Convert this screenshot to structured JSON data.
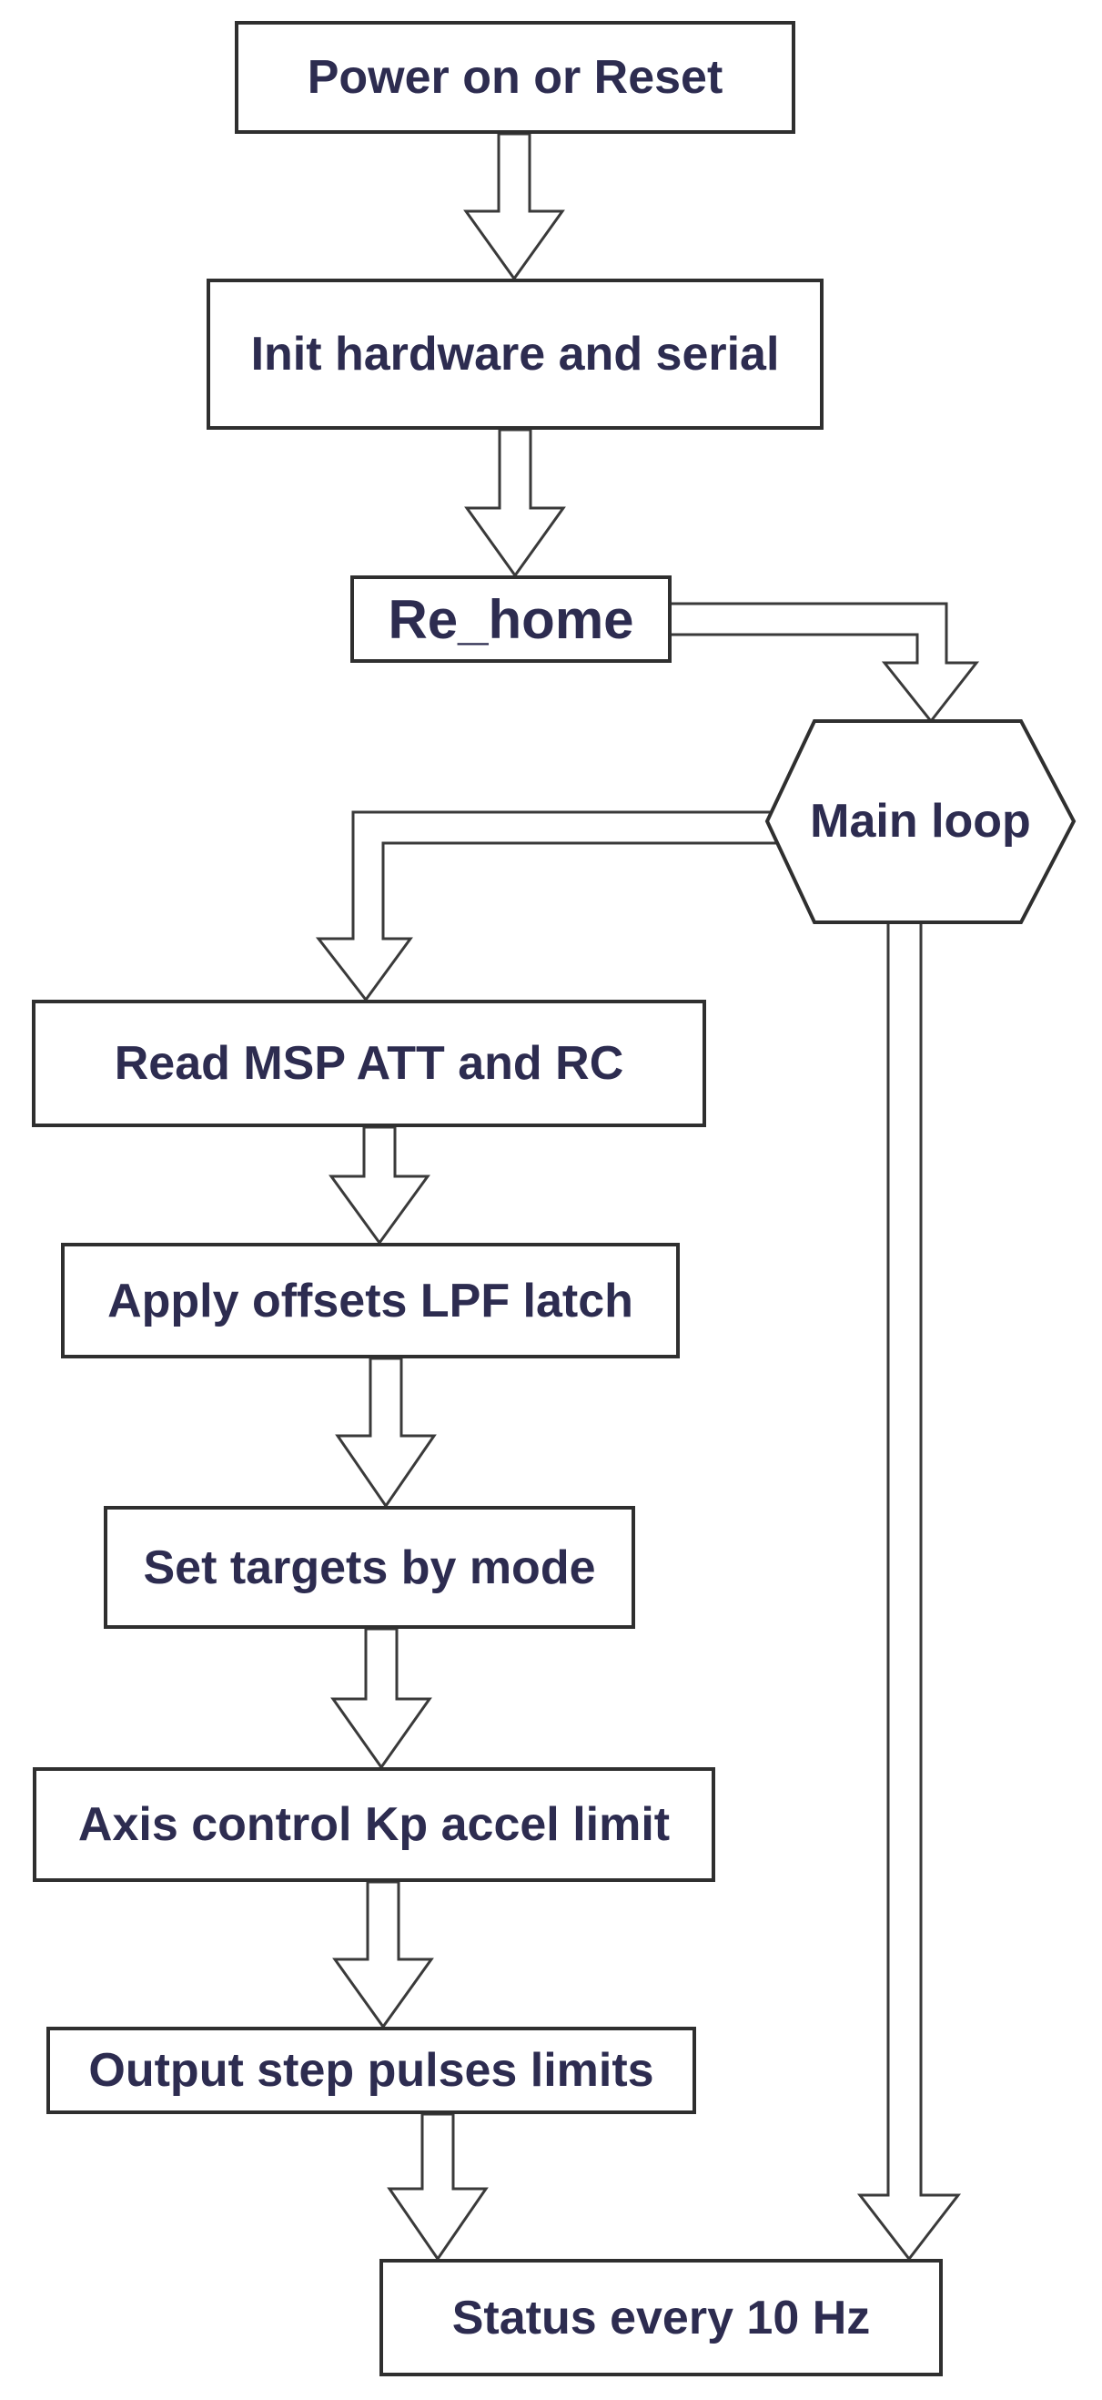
{
  "diagram": {
    "type": "flowchart",
    "colors": {
      "background": "#ffffff",
      "node_fill": "#ffffff",
      "node_border": "#2f2f2f",
      "arrow_outline": "#3a3a3a",
      "text": "#2d2c50"
    },
    "nodes": {
      "power": {
        "label": "Power on or Reset",
        "shape": "rectangle"
      },
      "init": {
        "label": "Init hardware and serial",
        "shape": "rectangle"
      },
      "rehome": {
        "label": "Re_home",
        "shape": "rectangle"
      },
      "mainloop": {
        "label": "Main loop",
        "shape": "hexagon"
      },
      "read": {
        "label": "Read MSP ATT and RC",
        "shape": "rectangle"
      },
      "apply": {
        "label": "Apply offsets LPF latch",
        "shape": "rectangle"
      },
      "set": {
        "label": "Set targets by mode",
        "shape": "rectangle"
      },
      "axis": {
        "label": "Axis control Kp accel limit",
        "shape": "rectangle"
      },
      "output": {
        "label": "Output step pulses limits",
        "shape": "rectangle"
      },
      "status": {
        "label": "Status every 10 Hz",
        "shape": "rectangle"
      }
    },
    "edges": [
      {
        "from": "power",
        "to": "init",
        "style": "hollow-block-arrow-down"
      },
      {
        "from": "init",
        "to": "rehome",
        "style": "hollow-block-arrow-down"
      },
      {
        "from": "rehome",
        "to": "mainloop",
        "style": "hollow-elbow-right-down"
      },
      {
        "from": "mainloop",
        "to": "read",
        "style": "hollow-elbow-left-down"
      },
      {
        "from": "read",
        "to": "apply",
        "style": "hollow-block-arrow-down"
      },
      {
        "from": "apply",
        "to": "set",
        "style": "hollow-block-arrow-down"
      },
      {
        "from": "set",
        "to": "axis",
        "style": "hollow-block-arrow-down"
      },
      {
        "from": "axis",
        "to": "output",
        "style": "hollow-block-arrow-down"
      },
      {
        "from": "output",
        "to": "status",
        "style": "hollow-block-arrow-down"
      },
      {
        "from": "mainloop",
        "to": "status",
        "style": "hollow-long-arrow-down"
      }
    ]
  }
}
